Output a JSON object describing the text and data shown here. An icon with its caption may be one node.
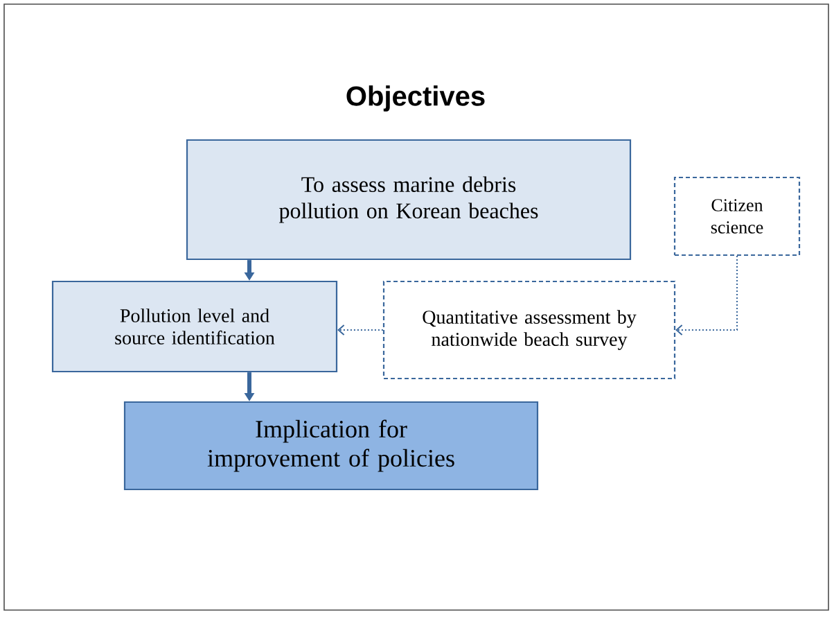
{
  "diagram": {
    "title": "Objectives",
    "nodes": [
      {
        "text": [
          "To assess marine debris pollution on Korean beaches"
        ]
      },
      {
        "text": [
          "Citizen science"
        ]
      },
      {
        "text": [
          "Pollution level and source identification"
        ]
      },
      {
        "text": [
          "Quantitative assessment by nationwide beach survey"
        ]
      },
      {
        "text": [
          "Implication for improvement of policies"
        ]
      }
    ],
    "edges": [
      {
        "from": 0,
        "to": 2,
        "arrow": "to",
        "style": "thick"
      },
      {
        "from": 1,
        "to": 3,
        "arrow": "to",
        "style": "dashed"
      },
      {
        "from": 3,
        "to": 2,
        "arrow": "to",
        "style": "dashed"
      },
      {
        "from": 2,
        "to": 4,
        "arrow": "to",
        "style": "thick"
      }
    ]
  }
}
